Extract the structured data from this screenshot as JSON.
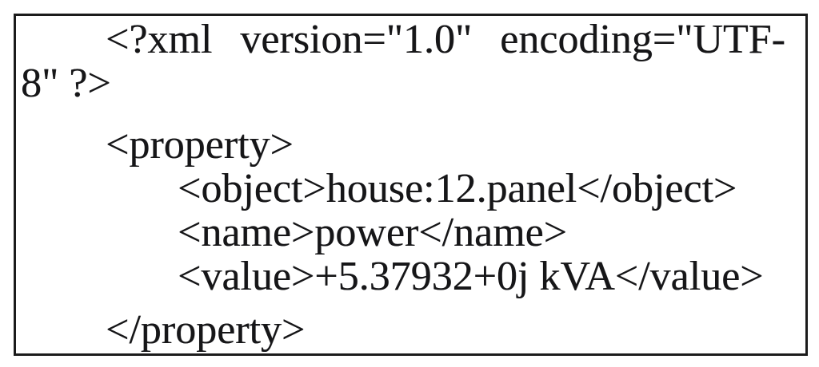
{
  "figure": {
    "kind": "xml-code-listing",
    "lines": [
      {
        "text": "<?xml version=\"1.0\" encoding=\"UTF-",
        "indent": 1,
        "justified": true
      },
      {
        "text": "8\" ?>",
        "indent": 0,
        "justified": false
      },
      {
        "text": "<property>",
        "indent": 1,
        "justified": false
      },
      {
        "text": "<object>house:12.panel</object>",
        "indent": 2,
        "justified": false
      },
      {
        "text": "<name>power</name>",
        "indent": 2,
        "justified": false
      },
      {
        "text": "<value>+5.37932+0j kVA</value>",
        "indent": 2,
        "justified": false
      },
      {
        "text": "</property>",
        "indent": 1,
        "justified": false
      }
    ],
    "values": {
      "xml_version": "1.0",
      "xml_encoding": "UTF-8",
      "object": "house:12.panel",
      "name": "power",
      "value": "+5.37932+0j kVA"
    }
  },
  "colors": {
    "background": "#ffffff",
    "border": "#1b1b1b",
    "text": "#161618"
  }
}
